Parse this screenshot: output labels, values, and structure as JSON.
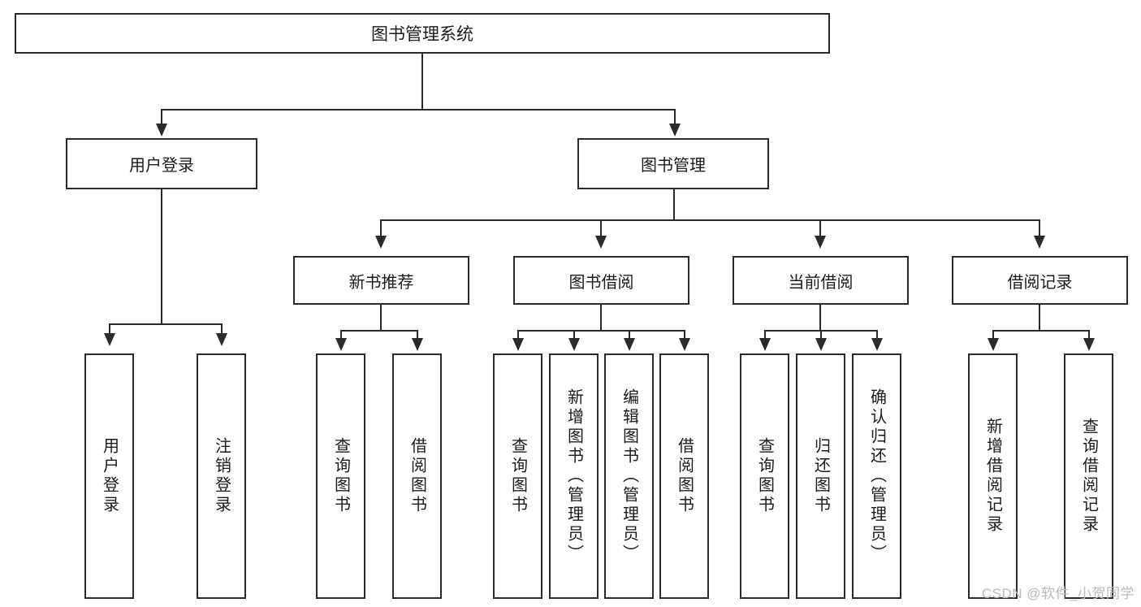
{
  "diagram": {
    "type": "tree-hierarchy-flowchart",
    "root": {
      "label": "图书管理系统"
    },
    "level2": [
      {
        "label": "用户登录"
      },
      {
        "label": "图书管理"
      }
    ],
    "level3": [
      {
        "label": "新书推荐"
      },
      {
        "label": "图书借阅"
      },
      {
        "label": "当前借阅"
      },
      {
        "label": "借阅记录"
      }
    ],
    "leaves": {
      "user_login": [
        {
          "label": "用户登录"
        },
        {
          "label": "注销登录"
        }
      ],
      "new_book_recommend": [
        {
          "label": "查询图书"
        },
        {
          "label": "借阅图书"
        }
      ],
      "book_borrow": [
        {
          "label": "查询图书"
        },
        {
          "label": "新增图书（管理员）"
        },
        {
          "label": "编辑图书（管理员）"
        },
        {
          "label": "借阅图书"
        }
      ],
      "current_borrow": [
        {
          "label": "查询图书"
        },
        {
          "label": "归还图书"
        },
        {
          "label": "确认归还（管理员）"
        }
      ],
      "borrow_record": [
        {
          "label": "新增借阅记录"
        },
        {
          "label": "查询借阅记录"
        }
      ]
    }
  },
  "watermark": {
    "text": "CSDN @软件_小贺同学"
  },
  "colors": {
    "stroke": "#2b2b2b",
    "text": "#1b1b1b",
    "background": "#ffffff",
    "watermark": "#b9b9b9"
  }
}
